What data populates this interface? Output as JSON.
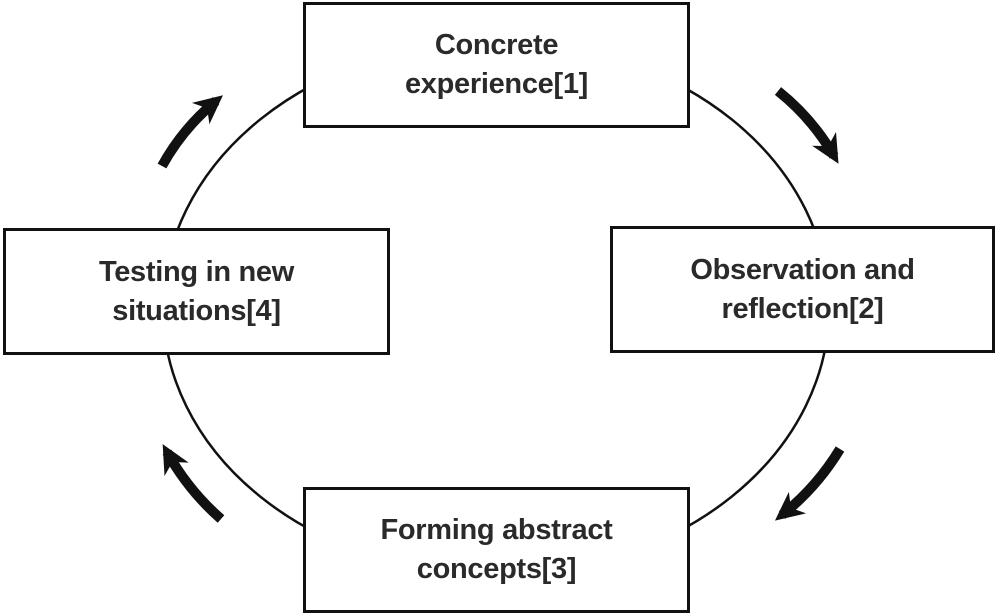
{
  "diagram": {
    "type": "cycle",
    "direction": "clockwise",
    "nodes": [
      {
        "id": "1",
        "line1": "Concrete",
        "line2": "experience[1]"
      },
      {
        "id": "2",
        "line1": "Observation and",
        "line2": "reflection[2]"
      },
      {
        "id": "3",
        "line1": "Forming abstract",
        "line2": "concepts[3]"
      },
      {
        "id": "4",
        "line1": "Testing in new",
        "line2": "situations[4]"
      }
    ],
    "edges": [
      {
        "from": "1",
        "to": "2"
      },
      {
        "from": "2",
        "to": "3"
      },
      {
        "from": "3",
        "to": "4"
      },
      {
        "from": "4",
        "to": "1"
      }
    ],
    "colors": {
      "background": "#ffffff",
      "box_fill": "#ffffff",
      "stroke": "#111111",
      "text": "#2a2a2a"
    }
  }
}
